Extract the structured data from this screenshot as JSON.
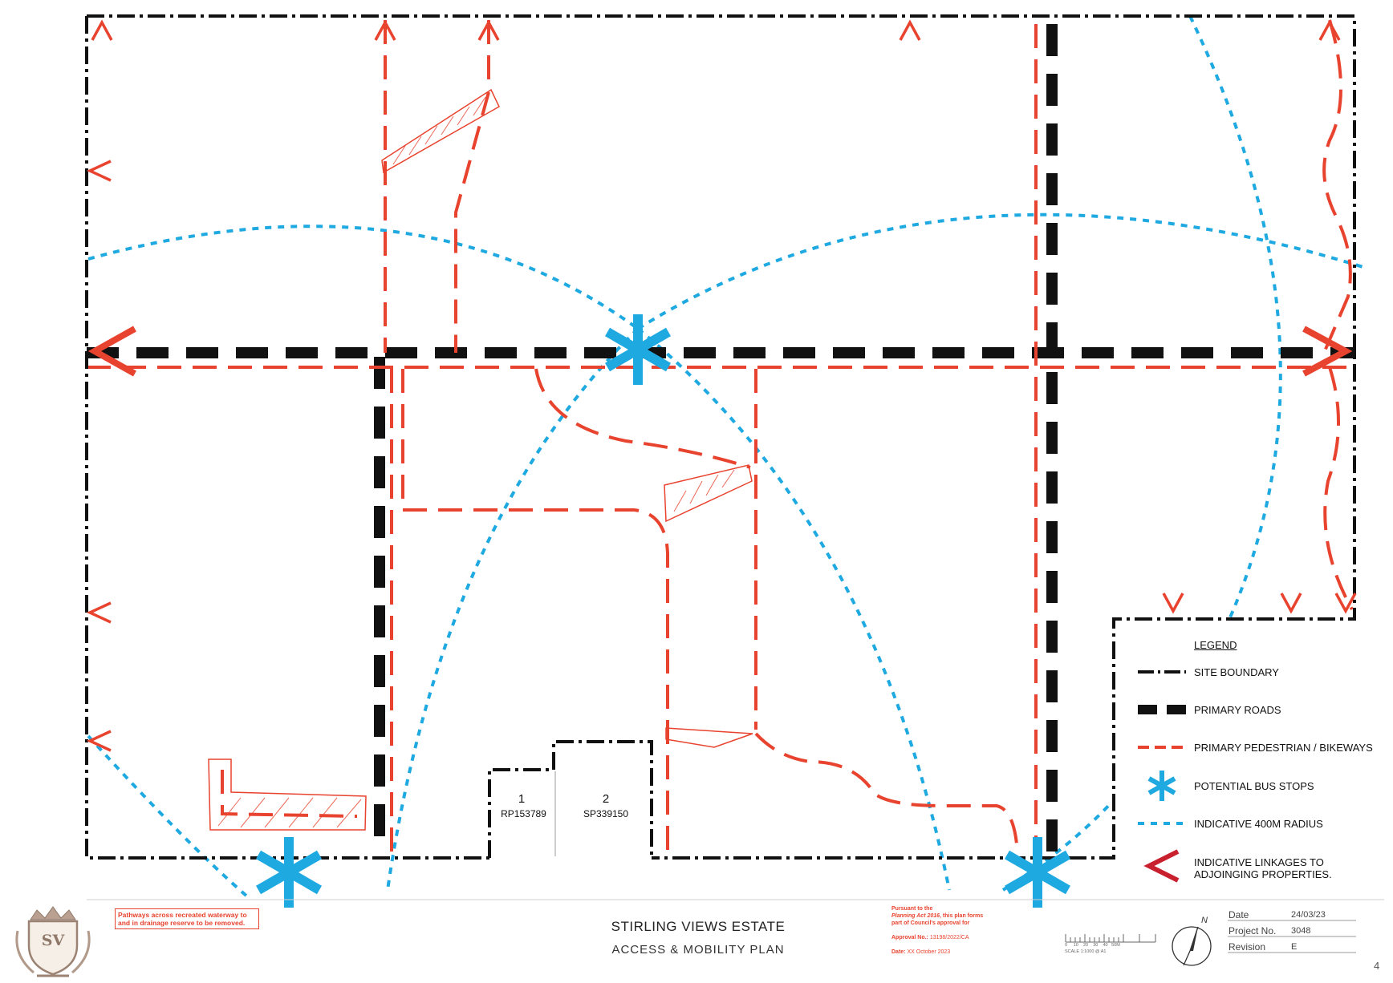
{
  "legend": {
    "title": "LEGEND",
    "items": [
      {
        "key": "site_boundary",
        "label": "SITE BOUNDARY"
      },
      {
        "key": "primary_roads",
        "label": "PRIMARY ROADS"
      },
      {
        "key": "pedestrian",
        "label": "PRIMARY PEDESTRIAN / BIKEWAYS"
      },
      {
        "key": "bus_stops",
        "label": "POTENTIAL BUS STOPS"
      },
      {
        "key": "radius",
        "label": "INDICATIVE 400M RADIUS"
      },
      {
        "key": "linkages",
        "label": "INDICATIVE LINKAGES TO ADJOINGING PROPERTIES."
      }
    ]
  },
  "lots": [
    {
      "number": "1",
      "ref": "RP153789"
    },
    {
      "number": "2",
      "ref": "SP339150"
    }
  ],
  "note": "Pathways across recreated waterway to and in drainage reserve to be removed.",
  "title_block": {
    "estate_name": "STIRLING VIEWS ESTATE",
    "plan_name": "ACCESS & MOBILITY PLAN",
    "approval_line1": "Pursuant to the",
    "approval_act": "Planning Act 2016",
    "approval_line2": ", this plan forms part of Council's approval for",
    "approval_no_label": "Approval No.:",
    "approval_no": "13198/2022/CA",
    "approval_date_label": "Date:",
    "approval_date": "XX October 2023",
    "scale_text": "SCALE 1:1000 @ A1",
    "scale_ticks": [
      "0",
      "10",
      "20",
      "30",
      "40",
      "50M"
    ],
    "date_label": "Date",
    "date_value": "24/03/23",
    "project_label": "Project No.",
    "project_value": "3048",
    "revision_label": "Revision",
    "revision_value": "E",
    "page_number": "4",
    "logo_text": "SV",
    "north_label": "N"
  },
  "colors": {
    "boundary": "#111111",
    "road": "#111111",
    "pedestrian": "#e8432e",
    "bus_radius": "#1fa9e1",
    "linkage": "#c8202f"
  }
}
